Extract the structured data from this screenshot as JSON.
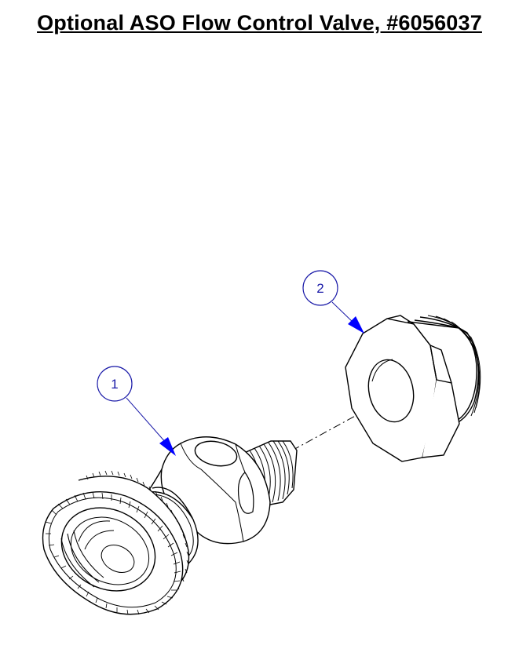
{
  "title": "Optional ASO Flow Control Valve, #6056037",
  "callouts": [
    {
      "number": "1",
      "part": "flow-control-valve"
    },
    {
      "number": "2",
      "part": "hex-bushing"
    }
  ],
  "colors": {
    "line": "#000000",
    "callout": "#1a1aa8",
    "leader_arrow": "#0000ff"
  }
}
